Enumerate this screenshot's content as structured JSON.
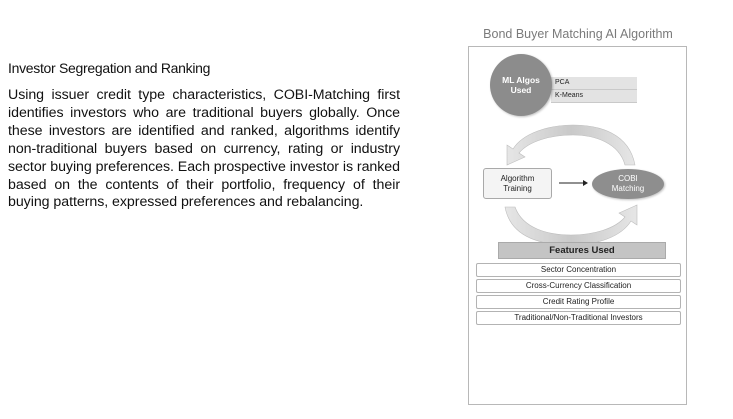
{
  "text_section": {
    "heading": "Investor Segregation and Ranking",
    "paragraph": "Using issuer credit type characteristics, COBI-Matching first identifies investors who are traditional buyers globally. Once these investors are identified and ranked, algorithms identify non-traditional buyers based on currency, rating or industry sector buying preferences. Each prospective investor is ranked based on the contents of their portfolio, frequency of their buying patterns, expressed preferences and rebalancing."
  },
  "diagram": {
    "title": "Bond Buyer Matching AI Algorithm",
    "ml_algos": {
      "label_line1": "ML Algos",
      "label_line2": "Used",
      "items": [
        "PCA",
        "K-Means"
      ]
    },
    "training": {
      "label_line1": "Algorithm",
      "label_line2": "Training"
    },
    "cobi": {
      "label_line1": "COBI",
      "label_line2": "Matching"
    },
    "features_header": "Features Used",
    "features": [
      "Sector Concentration",
      "Cross-Currency Classification",
      "Credit Rating Profile",
      "Traditional/Non-Traditional Investors"
    ],
    "colors": {
      "circle_fill": "#8c8c8c",
      "arc_fill": "#d2d2d2",
      "header_fill": "#c4c4c4"
    }
  }
}
